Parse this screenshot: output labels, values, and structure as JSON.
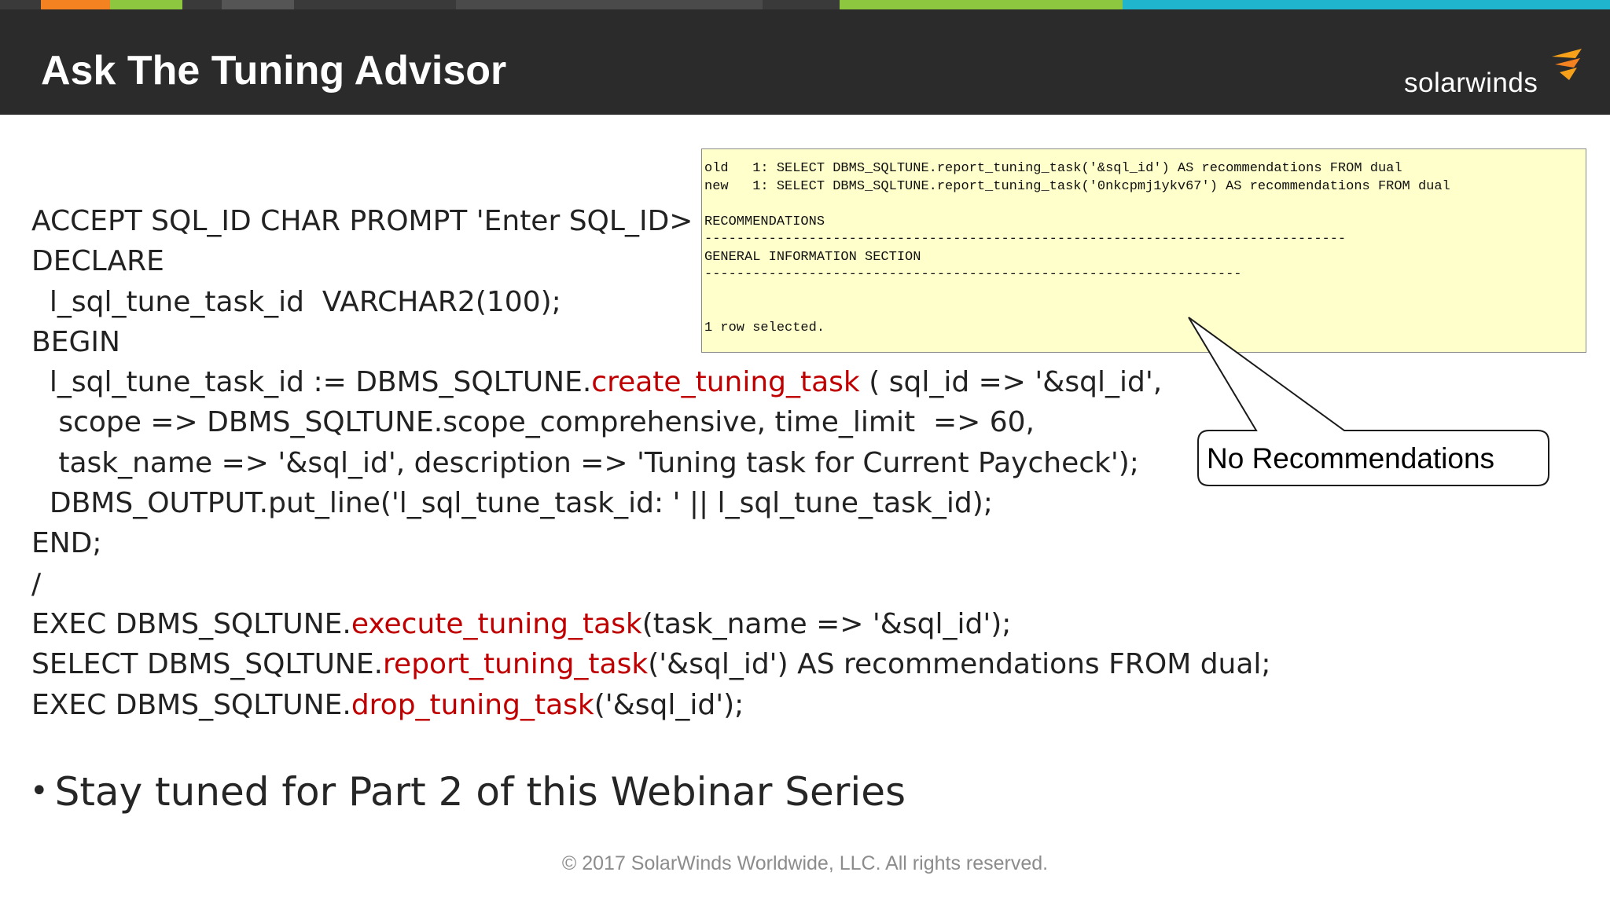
{
  "header": {
    "title": "Ask The Tuning Advisor",
    "logo_text": "solarwinds",
    "stripe_colors": [
      "#3a3a3a",
      "#f58220",
      "#8dc63f",
      "#3a3a3a",
      "#555555",
      "#3a3a3a",
      "#4a4a4a",
      "#3a3a3a",
      "#8dc63f",
      "#1fb5cc"
    ]
  },
  "colors": {
    "header_bg": "#2b2b2b",
    "code_text": "#222222",
    "code_function": "#c00000",
    "output_bg": "#ffffcc",
    "logo_mark": "#f7a11a"
  },
  "code": {
    "lines": [
      [
        {
          "text": "ACCEPT SQL_ID CHAR PROMPT 'Enter SQL_ID> '"
        }
      ],
      [
        {
          "text": "DECLARE"
        }
      ],
      [
        {
          "text": "  l_sql_tune_task_id  VARCHAR2(100);"
        }
      ],
      [
        {
          "text": "BEGIN"
        }
      ],
      [
        {
          "text": "  l_sql_tune_task_id := DBMS_SQLTUNE."
        },
        {
          "text": "create_tuning_task",
          "fn": true
        },
        {
          "text": " ( sql_id => '&sql_id',"
        }
      ],
      [
        {
          "text": "   scope => DBMS_SQLTUNE.scope_comprehensive, time_limit  => 60,"
        }
      ],
      [
        {
          "text": "   task_name => '&sql_id', description => 'Tuning task for Current Paycheck');"
        }
      ],
      [
        {
          "text": "  DBMS_OUTPUT.put_line('l_sql_tune_task_id: ' || l_sql_tune_task_id);"
        }
      ],
      [
        {
          "text": "END;"
        }
      ],
      [
        {
          "text": "/"
        }
      ],
      [
        {
          "text": "EXEC DBMS_SQLTUNE."
        },
        {
          "text": "execute_tuning_task",
          "fn": true
        },
        {
          "text": "(task_name => '&sql_id');"
        }
      ],
      [
        {
          "text": "SELECT DBMS_SQLTUNE."
        },
        {
          "text": "report_tuning_task",
          "fn": true
        },
        {
          "text": "('&sql_id') AS recommendations FROM dual;"
        }
      ],
      [
        {
          "text": "EXEC DBMS_SQLTUNE."
        },
        {
          "text": "drop_tuning_task",
          "fn": true
        },
        {
          "text": "('&sql_id');"
        }
      ]
    ]
  },
  "output": {
    "lines": [
      "old   1: SELECT DBMS_SQLTUNE.report_tuning_task('&sql_id') AS recommendations FROM dual",
      "new   1: SELECT DBMS_SQLTUNE.report_tuning_task('0nkcpmj1ykv67') AS recommendations FROM dual",
      "",
      "RECOMMENDATIONS",
      "--------------------------------------------------------------------------------",
      "GENERAL INFORMATION SECTION",
      "-------------------------------------------------------------------",
      "",
      "",
      "1 row selected."
    ]
  },
  "callout": {
    "text": "No Recommendations"
  },
  "bullet": {
    "symbol": "•",
    "text": "Stay tuned for Part 2 of this Webinar Series"
  },
  "footer": {
    "copyright": "© 2017 SolarWinds Worldwide, LLC. All rights reserved."
  }
}
